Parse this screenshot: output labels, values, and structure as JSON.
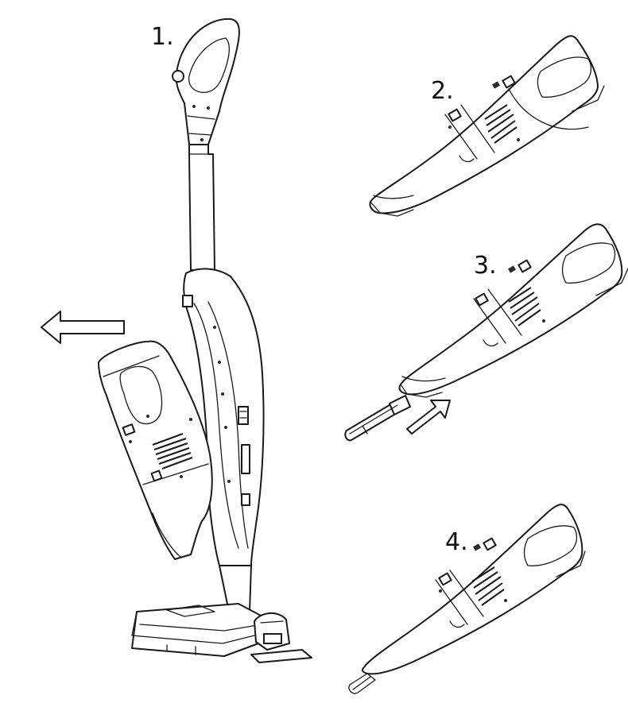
{
  "steps": [
    {
      "label": "1."
    },
    {
      "label": "2."
    },
    {
      "label": "3."
    },
    {
      "label": "4."
    }
  ],
  "colors": {
    "line": "#1a1a1a",
    "background": "#ffffff"
  },
  "icons": [
    "arrow-left-outline-icon",
    "arrow-up-right-outline-icon"
  ]
}
